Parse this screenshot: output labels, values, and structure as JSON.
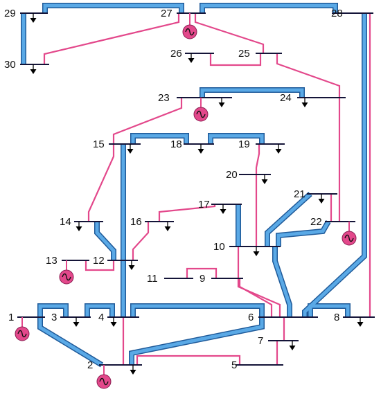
{
  "colors": {
    "heavy_line": "#5aa9e6",
    "heavy_line_edge": "#1f5a99",
    "light_line": "#e3488b",
    "bus": "#141438",
    "generator": "#e3488b"
  },
  "icons": {
    "generator": "generator-icon",
    "load": "load-arrow-icon"
  },
  "bus_labels": {
    "b1": "1",
    "b2": "2",
    "b3": "3",
    "b4": "4",
    "b5": "5",
    "b6": "6",
    "b7": "7",
    "b8": "8",
    "b9": "9",
    "b10": "10",
    "b11": "11",
    "b12": "12",
    "b13": "13",
    "b14": "14",
    "b15": "15",
    "b16": "16",
    "b17": "17",
    "b18": "18",
    "b19": "19",
    "b20": "20",
    "b21": "21",
    "b22": "22",
    "b23": "23",
    "b24": "24",
    "b25": "25",
    "b26": "26",
    "b27": "27",
    "b28": "28",
    "b29": "29",
    "b30": "30"
  },
  "generator_buses": [
    "1",
    "2",
    "13",
    "22",
    "23",
    "27"
  ],
  "load_buses": [
    "2",
    "3",
    "4",
    "7",
    "8",
    "10",
    "12",
    "14",
    "15",
    "16",
    "17",
    "18",
    "19",
    "20",
    "21",
    "23",
    "24",
    "26",
    "29",
    "30"
  ]
}
